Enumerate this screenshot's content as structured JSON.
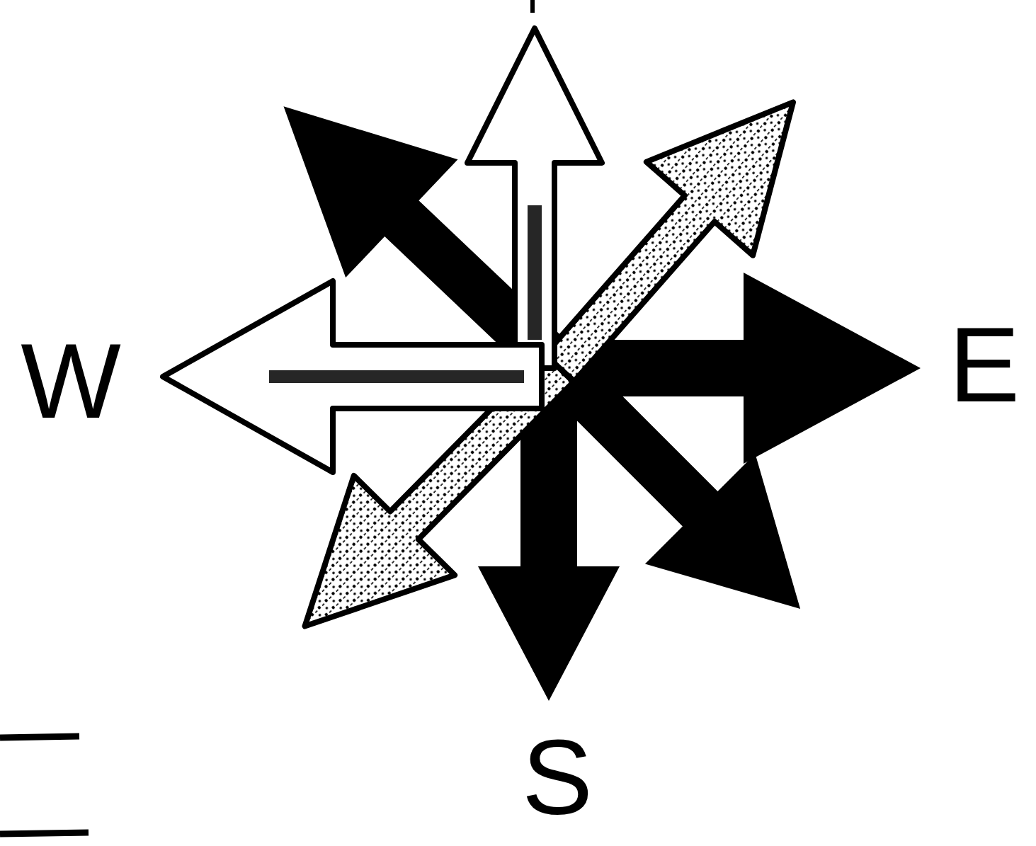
{
  "diagram": {
    "labels": [
      "W",
      "E",
      "S"
    ]
  }
}
